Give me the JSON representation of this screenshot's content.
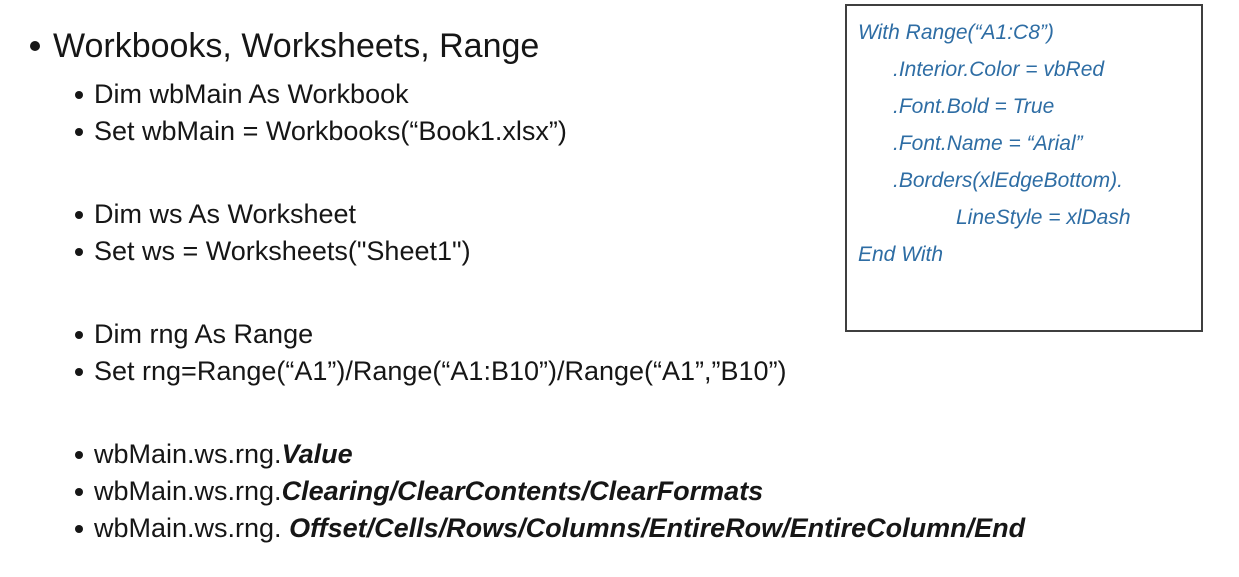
{
  "slide": {
    "background": "#ffffff",
    "text_color": "#161616",
    "title": "Workbooks, Worksheets, Range",
    "groups": [
      {
        "items": [
          {
            "text": "Dim wbMain As Workbook"
          },
          {
            "text": "Set wbMain = Workbooks(“Book1.xlsx”)"
          }
        ]
      },
      {
        "items": [
          {
            "text": "Dim ws As Worksheet"
          },
          {
            "text": "Set ws = Worksheets(\"Sheet1\")"
          }
        ]
      },
      {
        "items": [
          {
            "text": "Dim rng As Range"
          },
          {
            "text": "Set rng=Range(“A1”)/Range(“A1:B10”)/Range(“A1”,”B10”)"
          }
        ]
      },
      {
        "items": [
          {
            "prefix": "wbMain.ws.rng.",
            "emphasis": "Value"
          },
          {
            "prefix": "wbMain.ws.rng.",
            "emphasis": "Clearing/ClearContents/ClearFormats"
          },
          {
            "prefix": "wbMain.ws.rng. ",
            "emphasis": "Offset/Cells/Rows/Columns/EntireRow/EntireColumn/End"
          }
        ]
      }
    ]
  },
  "code_box": {
    "text_color": "#2E6DA4",
    "border_color": "#3F3F3F",
    "lines": [
      {
        "indent": 0,
        "text": "With Range(“A1:C8”)"
      },
      {
        "indent": 1,
        "text": ".Interior.Color = vbRed"
      },
      {
        "indent": 1,
        "text": ".Font.Bold = True"
      },
      {
        "indent": 1,
        "text": ".Font.Name = “Arial”"
      },
      {
        "indent": 1,
        "text": ".Borders(xlEdgeBottom)."
      },
      {
        "indent": 2,
        "text": "LineStyle = xlDash"
      },
      {
        "indent": 0,
        "text": "End With"
      }
    ]
  }
}
